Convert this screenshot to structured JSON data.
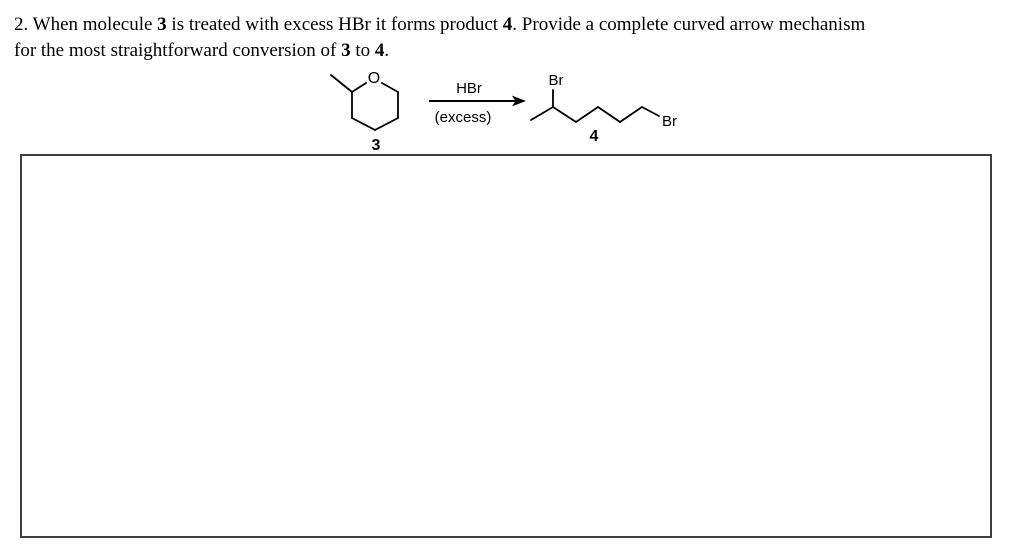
{
  "question": {
    "lines": [
      {
        "segments": [
          {
            "text": "2. When molecule ",
            "bold": false
          },
          {
            "text": "3",
            "bold": true
          },
          {
            "text": " is treated with excess HBr it forms product ",
            "bold": false
          },
          {
            "text": "4",
            "bold": true
          },
          {
            "text": ". Provide a complete curved arrow mechanism",
            "bold": false
          }
        ]
      },
      {
        "segments": [
          {
            "text": "for the most straightforward conversion of ",
            "bold": false
          },
          {
            "text": "3",
            "bold": true
          },
          {
            "text": " to ",
            "bold": false
          },
          {
            "text": "4",
            "bold": true
          },
          {
            "text": ".",
            "bold": false
          }
        ]
      }
    ]
  },
  "scheme": {
    "reactant": {
      "o_label": "O",
      "label": "3"
    },
    "arrow": {
      "reagent": "HBr",
      "condition": "(excess)"
    },
    "product": {
      "br_top": "Br",
      "br_end": "Br",
      "label": "4"
    }
  },
  "colors": {
    "ink": "#000000",
    "answer_box_border": "#3f3f3f",
    "background": "#ffffff"
  }
}
